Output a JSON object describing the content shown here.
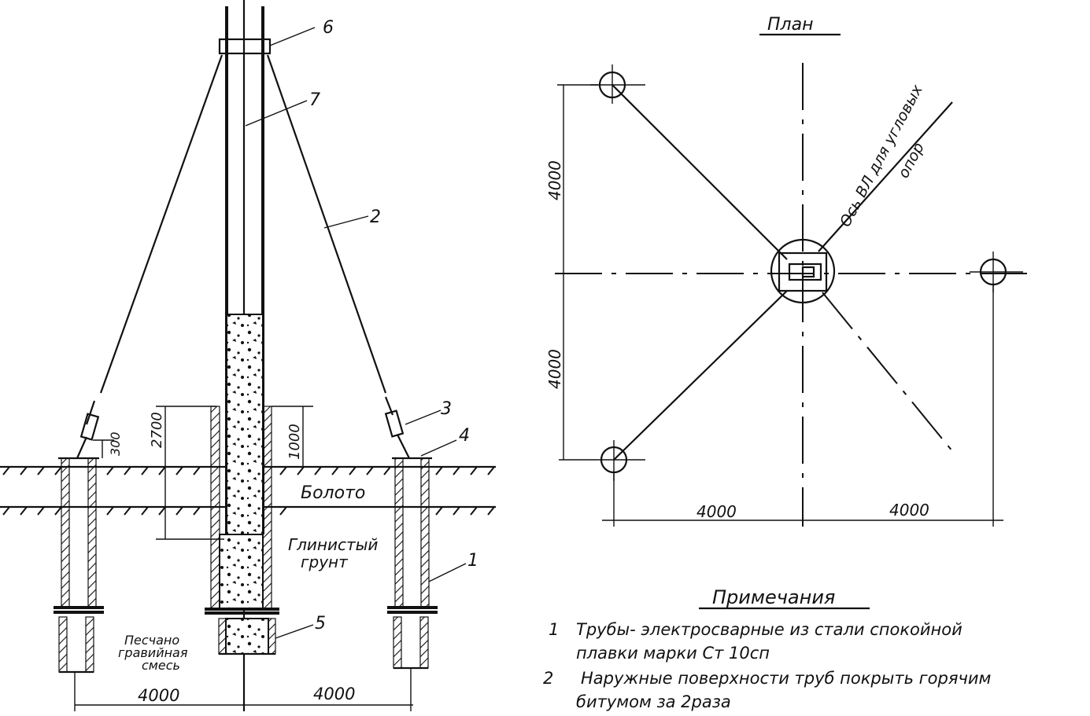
{
  "plan": {
    "title": "План",
    "axis_label_line1": "Ось ВЛ для угловых",
    "axis_label_line2": "опор",
    "dim_vertical_top": "4000",
    "dim_vertical_bottom": "4000",
    "dim_horizontal_left": "4000",
    "dim_horizontal_right": "4000"
  },
  "section": {
    "callouts": [
      "1",
      "2",
      "3",
      "4",
      "5",
      "6",
      "7"
    ],
    "dim_2700": "2700",
    "dim_1000": "1000",
    "dim_300": "300",
    "dim_bottom_left": "4000",
    "dim_bottom_right": "4000",
    "layer_swamp": "Болото",
    "layer_clay_line1": "Глинистый",
    "layer_clay_line2": "грунт",
    "fill_line1": "Песчано",
    "fill_line2": "гравийная",
    "fill_line3": "смесь"
  },
  "notes": {
    "title": "Примечания",
    "items": [
      {
        "num": "1",
        "line1": "Трубы- электросварные из стали спокойной",
        "line2": "плавки марки Ст 10сп"
      },
      {
        "num": "2",
        "line1": "Наружные поверхности труб покрыть горячим",
        "line2": "битумом за 2раза"
      }
    ]
  }
}
